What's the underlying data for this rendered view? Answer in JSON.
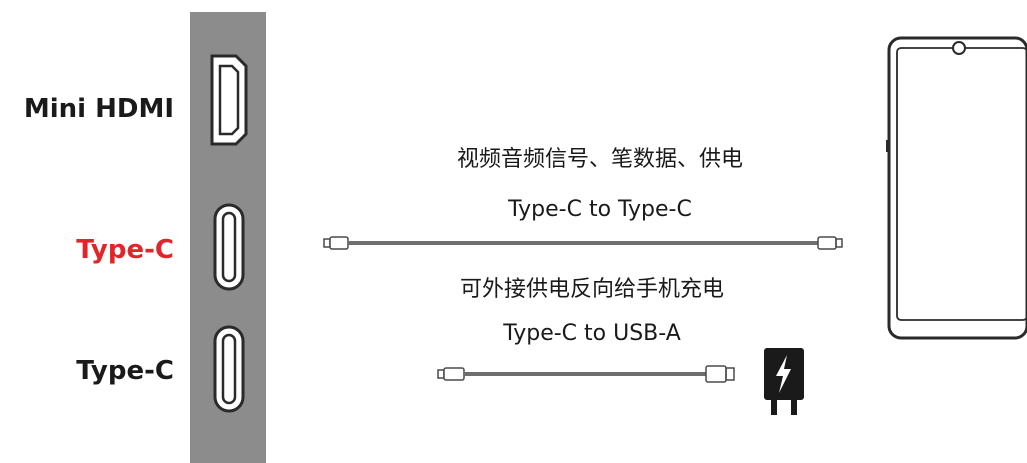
{
  "colors": {
    "panel": "#8c8c8c",
    "label_default": "#1a1a1a",
    "label_highlight": "#e0252b",
    "cable": "#6e6e6e",
    "outline": "#2a2a2a"
  },
  "ports": [
    {
      "label": "Mini HDMI",
      "icon": "mini-hdmi-port-icon",
      "highlight": false
    },
    {
      "label": "Type-C",
      "icon": "usb-c-port-icon",
      "highlight": true
    },
    {
      "label": "Type-C",
      "icon": "usb-c-port-icon",
      "highlight": false
    }
  ],
  "cables": {
    "c_to_c": {
      "description": "视频音频信号、笔数据、供电",
      "name": "Type-C to Type-C"
    },
    "c_to_a": {
      "description": "可外接供电反向给手机充电",
      "name": "Type-C to USB-A"
    }
  },
  "icons": {
    "charger": "charger-lightning-icon",
    "device": "smartphone-icon"
  }
}
